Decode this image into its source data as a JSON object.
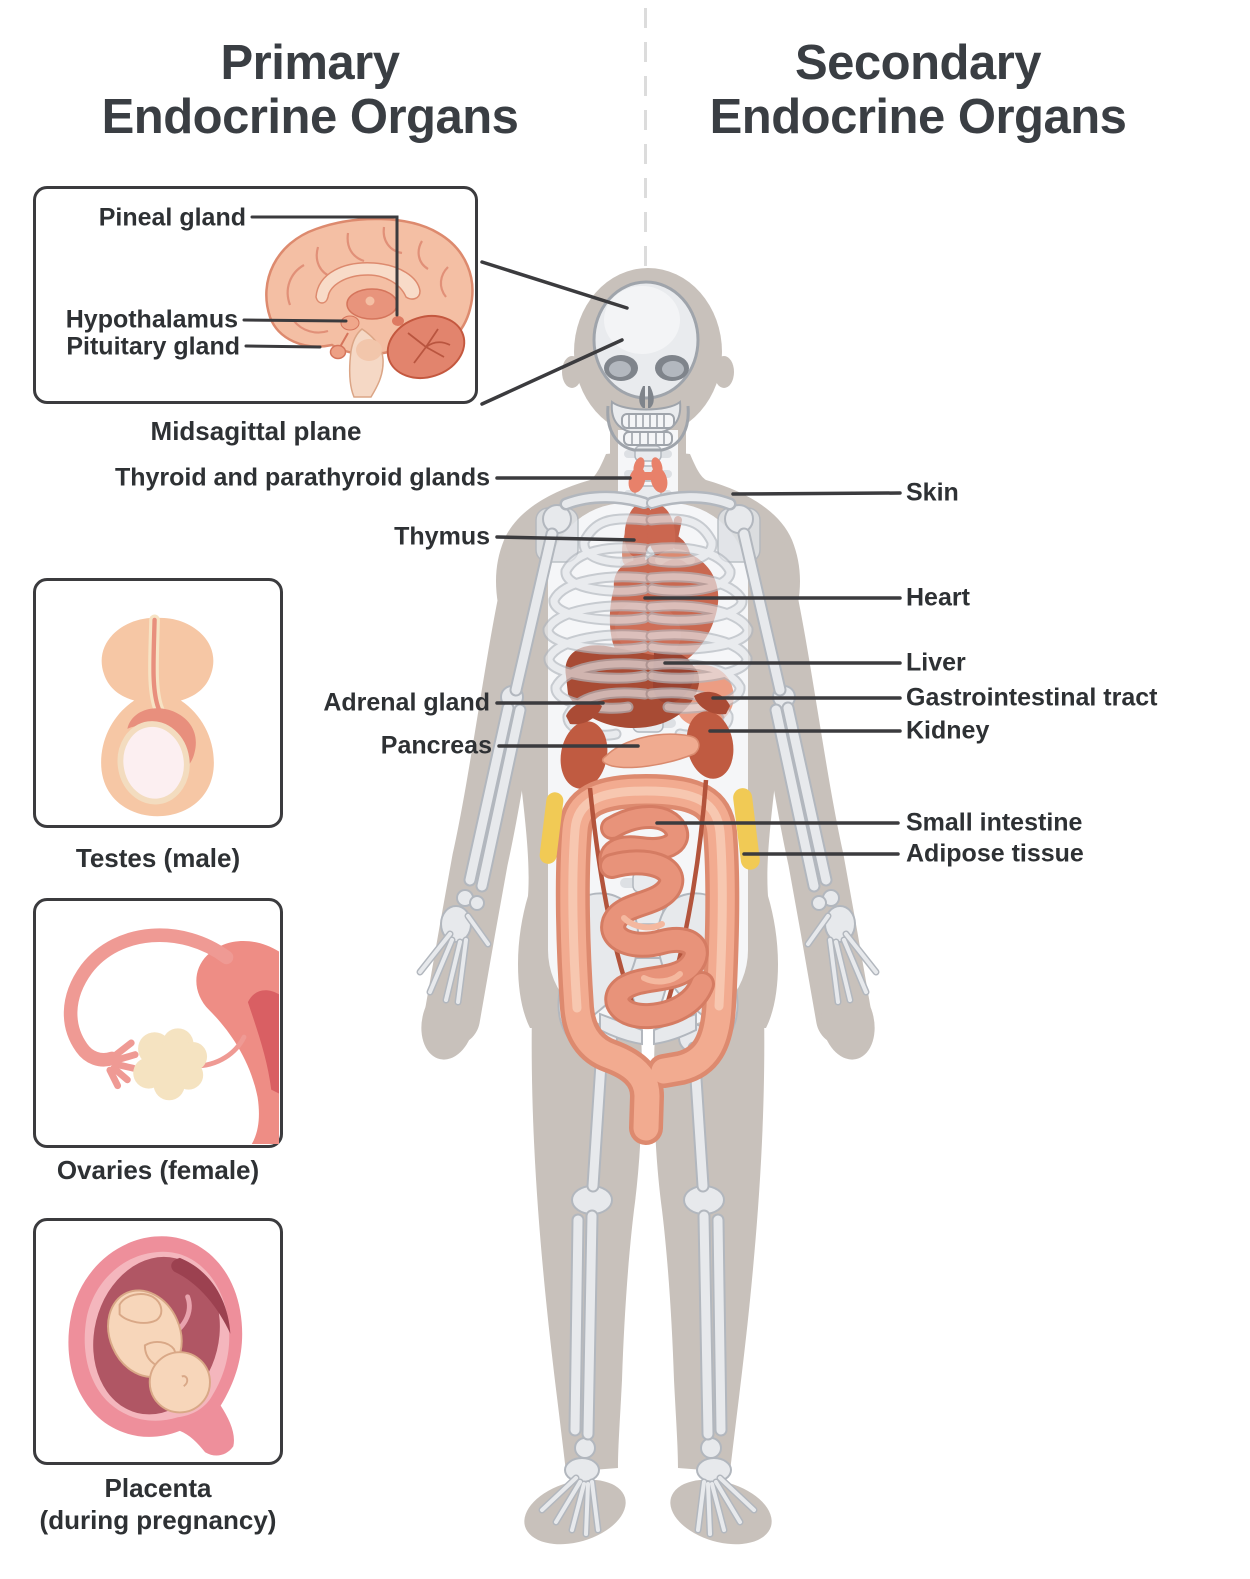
{
  "titles": {
    "primary": [
      "Primary",
      "Endocrine Organs"
    ],
    "secondary": [
      "Secondary",
      "Endocrine Organs"
    ]
  },
  "brain_inset": {
    "pineal": "Pineal gland",
    "hypothalamus": "Hypothalamus",
    "pituitary": "Pituitary gland",
    "caption": "Midsagittal plane"
  },
  "labels": {
    "thyroid": "Thyroid and parathyroid glands",
    "thymus": "Thymus",
    "adrenal": "Adrenal gland",
    "pancreas": "Pancreas",
    "skin": "Skin",
    "heart": "Heart",
    "liver": "Liver",
    "gi": "Gastrointestinal tract",
    "kidney": "Kidney",
    "small_intestine": "Small intestine",
    "adipose": "Adipose tissue"
  },
  "insets": {
    "testes": "Testes (male)",
    "ovaries": "Ovaries (female)",
    "placenta": [
      "Placenta",
      "(during pregnancy)"
    ]
  },
  "colors": {
    "title_text": "#3a3e43",
    "label_text": "#2e3134",
    "leader_line": "#3b3b3e",
    "silhouette": "#c8c1bb",
    "bone_fill": "#e9ebee",
    "bone_outline": "#b2b7be",
    "organ_salmon": "#e8937a",
    "organ_deep": "#c96850",
    "liver_brown": "#a84b34",
    "adipose_yellow": "#f1ca55",
    "divider_dash": "#dcdcdc"
  }
}
